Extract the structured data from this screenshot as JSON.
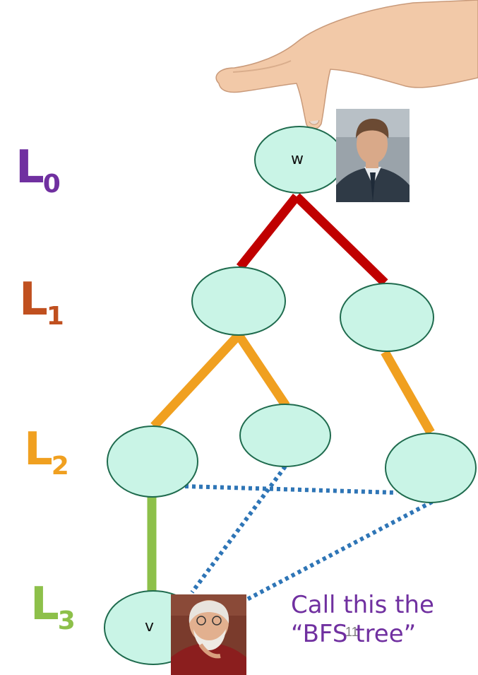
{
  "levels": [
    {
      "base": "L",
      "sub": "0",
      "color": "#7030a0"
    },
    {
      "base": "L",
      "sub": "1",
      "color": "#c0501f"
    },
    {
      "base": "L",
      "sub": "2",
      "color": "#f0a020"
    },
    {
      "base": "L",
      "sub": "3",
      "color": "#8dc04a"
    }
  ],
  "nodes": {
    "root_label": "w",
    "target_label": "v",
    "fill": "#c9f4e6",
    "stroke": "#1f6b4e"
  },
  "edge_colors": {
    "level1": "#c00000",
    "level2": "#f0a020",
    "level3": "#8dc04a",
    "non_tree": "#2e75b6"
  },
  "caption": {
    "line1": "Call this the",
    "line2": "“BFS tree”"
  },
  "page_number": "11"
}
